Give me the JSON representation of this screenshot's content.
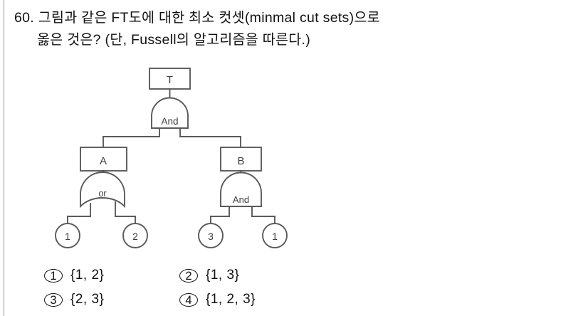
{
  "question": {
    "number": "60.",
    "line1": "60. 그림과 같은 FT도에 대한 최소 컷셋(minmal cut sets)으로",
    "line2": "옳은 것은? (단, Fussell의 알고리즘을 따른다.)"
  },
  "diagram": {
    "type": "fault-tree",
    "top_event": {
      "label": "T",
      "shape": "rect"
    },
    "gates": [
      {
        "id": "g-top",
        "label": "And",
        "type": "and",
        "parent": "T"
      },
      {
        "id": "g-a",
        "label": "or",
        "type": "or",
        "parent": "A"
      },
      {
        "id": "g-b",
        "label": "And",
        "type": "and",
        "parent": "B"
      }
    ],
    "intermediate_events": [
      {
        "label": "A",
        "shape": "rect"
      },
      {
        "label": "B",
        "shape": "rect"
      }
    ],
    "basic_events": [
      {
        "label": "1",
        "shape": "circle",
        "under": "A"
      },
      {
        "label": "2",
        "shape": "circle",
        "under": "A"
      },
      {
        "label": "3",
        "shape": "circle",
        "under": "B"
      },
      {
        "label": "1",
        "shape": "circle",
        "under": "B"
      }
    ],
    "line_color": "#5a5a5a"
  },
  "options": [
    {
      "num": "1",
      "text": "{1, 2}"
    },
    {
      "num": "2",
      "text": "{1, 3}"
    },
    {
      "num": "3",
      "text": "{2, 3}"
    },
    {
      "num": "4",
      "text": "{1, 2, 3}"
    }
  ]
}
